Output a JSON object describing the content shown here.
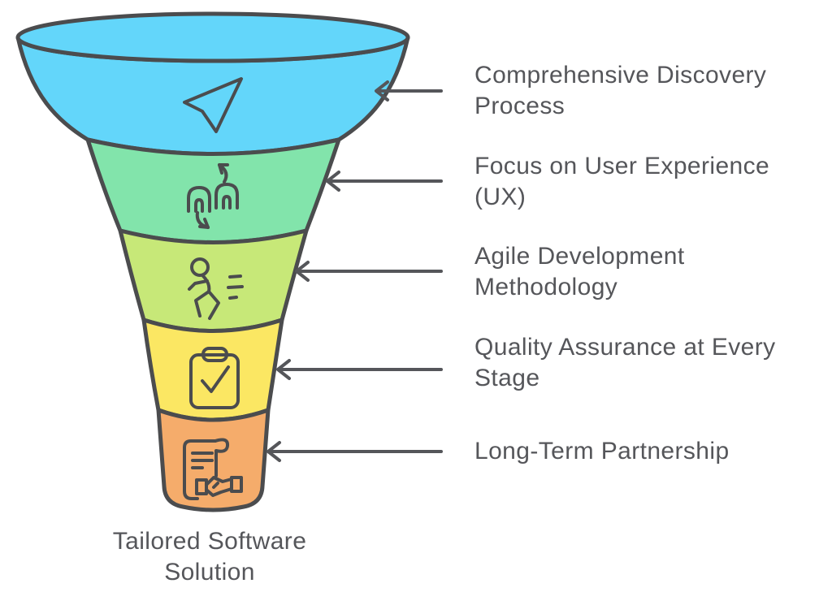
{
  "diagram": {
    "type": "funnel",
    "outline_color": "#4b4c4e",
    "text_color": "#55565a",
    "arrow_color": "#55565a",
    "caption_lines": [
      "Tailored Software",
      "Solution"
    ],
    "stages": [
      {
        "id": "discovery",
        "color": "#63d6fa",
        "icon": "paper-plane-icon",
        "label_lines": [
          "Comprehensive Discovery",
          "Process"
        ]
      },
      {
        "id": "ux",
        "color": "#82e4ab",
        "icon": "swap-arrows-icon",
        "label_lines": [
          "Focus on User Experience",
          "(UX)"
        ]
      },
      {
        "id": "agile",
        "color": "#c7e878",
        "icon": "running-person-icon",
        "label_lines": [
          "Agile Development",
          "Methodology"
        ]
      },
      {
        "id": "qa",
        "color": "#fbe763",
        "icon": "clipboard-check-icon",
        "label_lines": [
          "Quality Assurance at Every",
          "Stage"
        ]
      },
      {
        "id": "partnership",
        "color": "#f5ac6b",
        "icon": "contract-handshake-icon",
        "label_lines": [
          "Long-Term Partnership",
          ""
        ]
      }
    ]
  }
}
